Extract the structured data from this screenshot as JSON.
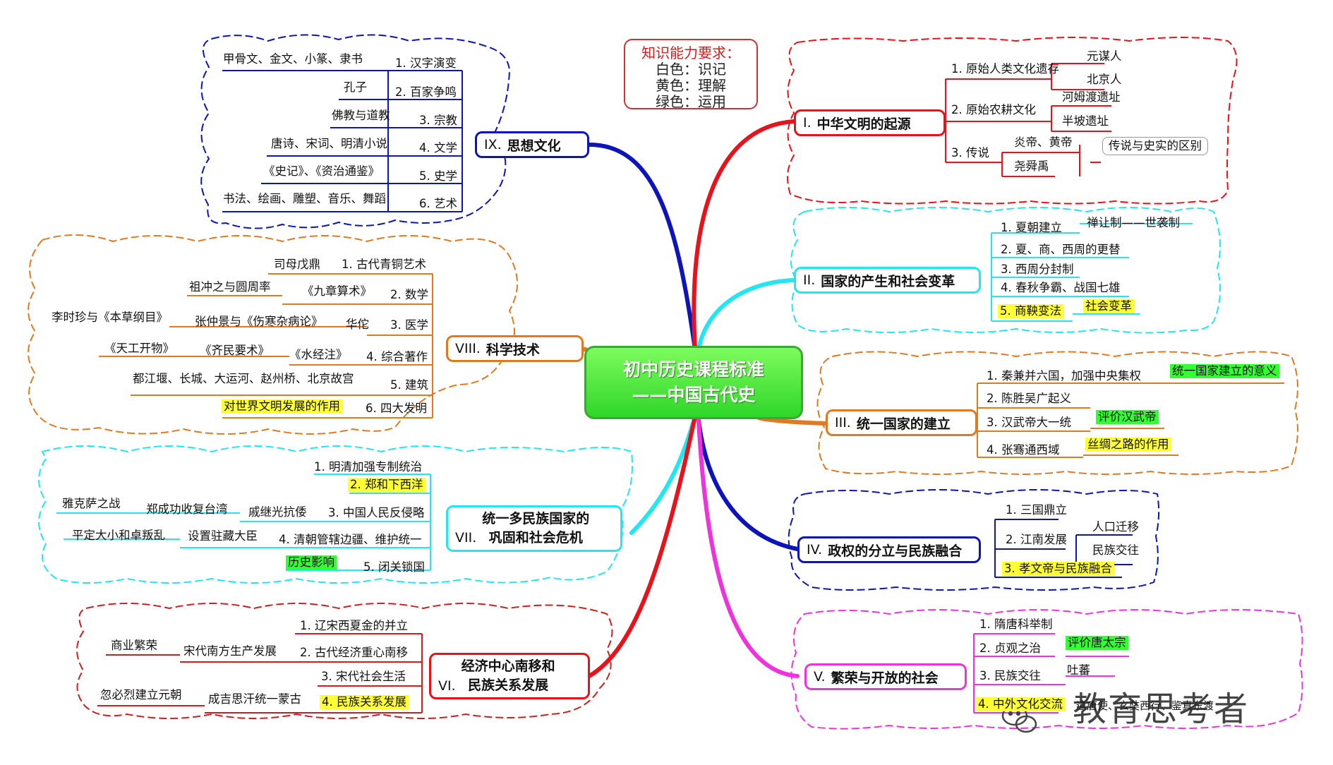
{
  "center": {
    "title": "初中历史课程标准",
    "subtitle": "——中国古代史"
  },
  "legend": {
    "title": "知识能力要求：",
    "line1": "白色：识记",
    "line2": "黄色：理解",
    "line3": "绿色：运用"
  },
  "colors": {
    "red": "#e8121b",
    "cyan": "#22e6f2",
    "orange": "#e07a22",
    "navy": "#0d14b8",
    "magenta": "#ee33dd",
    "center_green": "#33dd22",
    "highlight_yellow": "#ffff33",
    "highlight_green": "#33ff33"
  },
  "branches": {
    "b1": {
      "num": "I.",
      "title": "中华文明的起源",
      "items": [
        "1. 原始人类文化遗存",
        "2. 原始农耕文化",
        "3. 传说"
      ],
      "sub": [
        "元谋人",
        "北京人",
        "河姆渡遗址",
        "半坡遗址",
        "炎帝、黄帝",
        "尧舜禹"
      ],
      "note": "传说与史实的区别"
    },
    "b2": {
      "num": "II.",
      "title": "国家的产生和社会变革",
      "items": [
        "1. 夏朝建立",
        "2. 夏、商、西周的更替",
        "3. 西周分封制",
        "4. 春秋争霸、战国七雄",
        "5. 商鞅变法"
      ],
      "sub": [
        "禅让制——世袭制",
        "社会变革"
      ]
    },
    "b3": {
      "num": "III.",
      "title": "统一国家的建立",
      "items": [
        "1. 秦兼并六国，加强中央集权",
        "2. 陈胜吴广起义",
        "3. 汉武帝大一统",
        "4. 张骞通西域"
      ],
      "sub": [
        "统一国家建立的意义",
        "评价汉武帝",
        "丝绸之路的作用"
      ]
    },
    "b4": {
      "num": "IV.",
      "title": "政权的分立与民族融合",
      "items": [
        "1. 三国鼎立",
        "2. 江南发展",
        "3. 孝文帝与民族融合"
      ],
      "sub": [
        "人口迁移",
        "民族交往"
      ]
    },
    "b5": {
      "num": "V.",
      "title": "繁荣与开放的社会",
      "items": [
        "1. 隋唐科举制",
        "2. 贞观之治",
        "3. 民族交往",
        "4. 中外文化交流"
      ],
      "sub": [
        "评价唐太宗",
        "吐蕃",
        "遣唐使、玄奘西行、鉴真东渡"
      ]
    },
    "b6": {
      "num": "VI.",
      "line1": "经济中心南移和",
      "line2": "民族关系发展",
      "items": [
        "1. 辽宋西夏金的并立",
        "2. 古代经济重心南移",
        "3. 宋代社会生活",
        "4. 民族关系发展"
      ],
      "sub": [
        "宋代南方生产发展",
        "商业繁荣",
        "成吉思汗统一蒙古",
        "忽必烈建立元朝"
      ]
    },
    "b7": {
      "num": "VII.",
      "line1": "统一多民族国家的",
      "line2": "巩固和社会危机",
      "items": [
        "1. 明清加强专制统治",
        "2. 郑和下西洋",
        "3. 中国人民反侵略",
        "4. 清朝管辖边疆、维护统一",
        "5. 闭关锁国"
      ],
      "sub": [
        "戚继光抗倭",
        "郑成功收复台湾",
        "雅克萨之战",
        "设置驻藏大臣",
        "平定大小和卓叛乱",
        "历史影响"
      ]
    },
    "b8": {
      "num": "VIII.",
      "title": "科学技术",
      "items": [
        "1. 古代青铜艺术",
        "2. 数学",
        "3. 医学",
        "4. 综合著作",
        "5. 建筑",
        "6. 四大发明"
      ],
      "sub": [
        "司母戊鼎",
        "《九章算术》",
        "祖冲之与圆周率",
        "华佗",
        "张仲景与《伤寒杂病论》",
        "李时珍与《本草纲目》",
        "《水经注》",
        "《齐民要术》",
        "《天工开物》",
        "都江堰、长城、大运河、赵州桥、北京故宫",
        "对世界文明发展的作用"
      ]
    },
    "b9": {
      "num": "IX.",
      "title": "思想文化",
      "items": [
        "1. 汉字演变",
        "2. 百家争鸣",
        "3. 宗教",
        "4. 文学",
        "5. 史学",
        "6. 艺术"
      ],
      "sub": [
        "甲骨文、金文、小篆、隶书",
        "孔子",
        "佛教与道教",
        "唐诗、宋词、明清小说",
        "《史记》、《资治通鉴》",
        "书法、绘画、雕塑、音乐、舞蹈"
      ]
    }
  },
  "watermark": {
    "text": "教育思考者"
  }
}
